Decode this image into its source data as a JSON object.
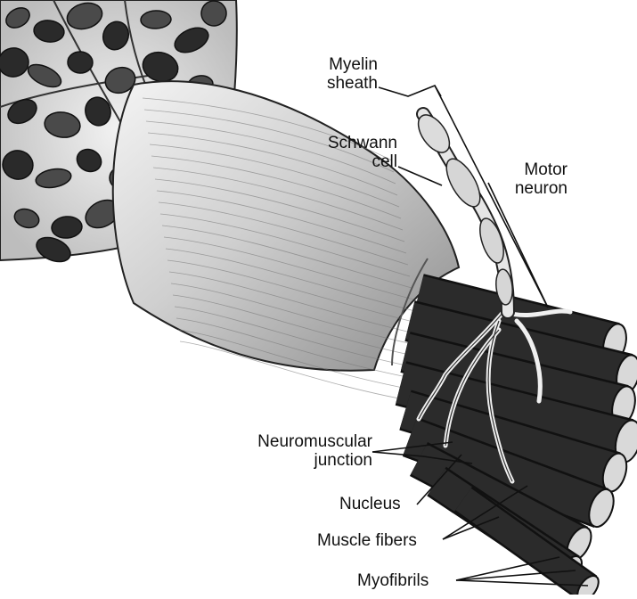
{
  "labels": {
    "myelin_sheath": [
      "Myelin",
      "sheath"
    ],
    "schwann_cell": [
      "Schwann",
      "cell"
    ],
    "motor_neuron": [
      "Motor",
      "neuron"
    ],
    "neuromuscular_junction": [
      "Neuromuscular",
      "junction"
    ],
    "nucleus": "Nucleus",
    "muscle_fibers": "Muscle fibers",
    "myofibrils": "Myofibrils"
  },
  "colors": {
    "ink": "#111111",
    "fascicle_fill": "#efefef",
    "fiber_fill": "#1c1c1c",
    "nerve_fill": "#e8e8e8"
  }
}
